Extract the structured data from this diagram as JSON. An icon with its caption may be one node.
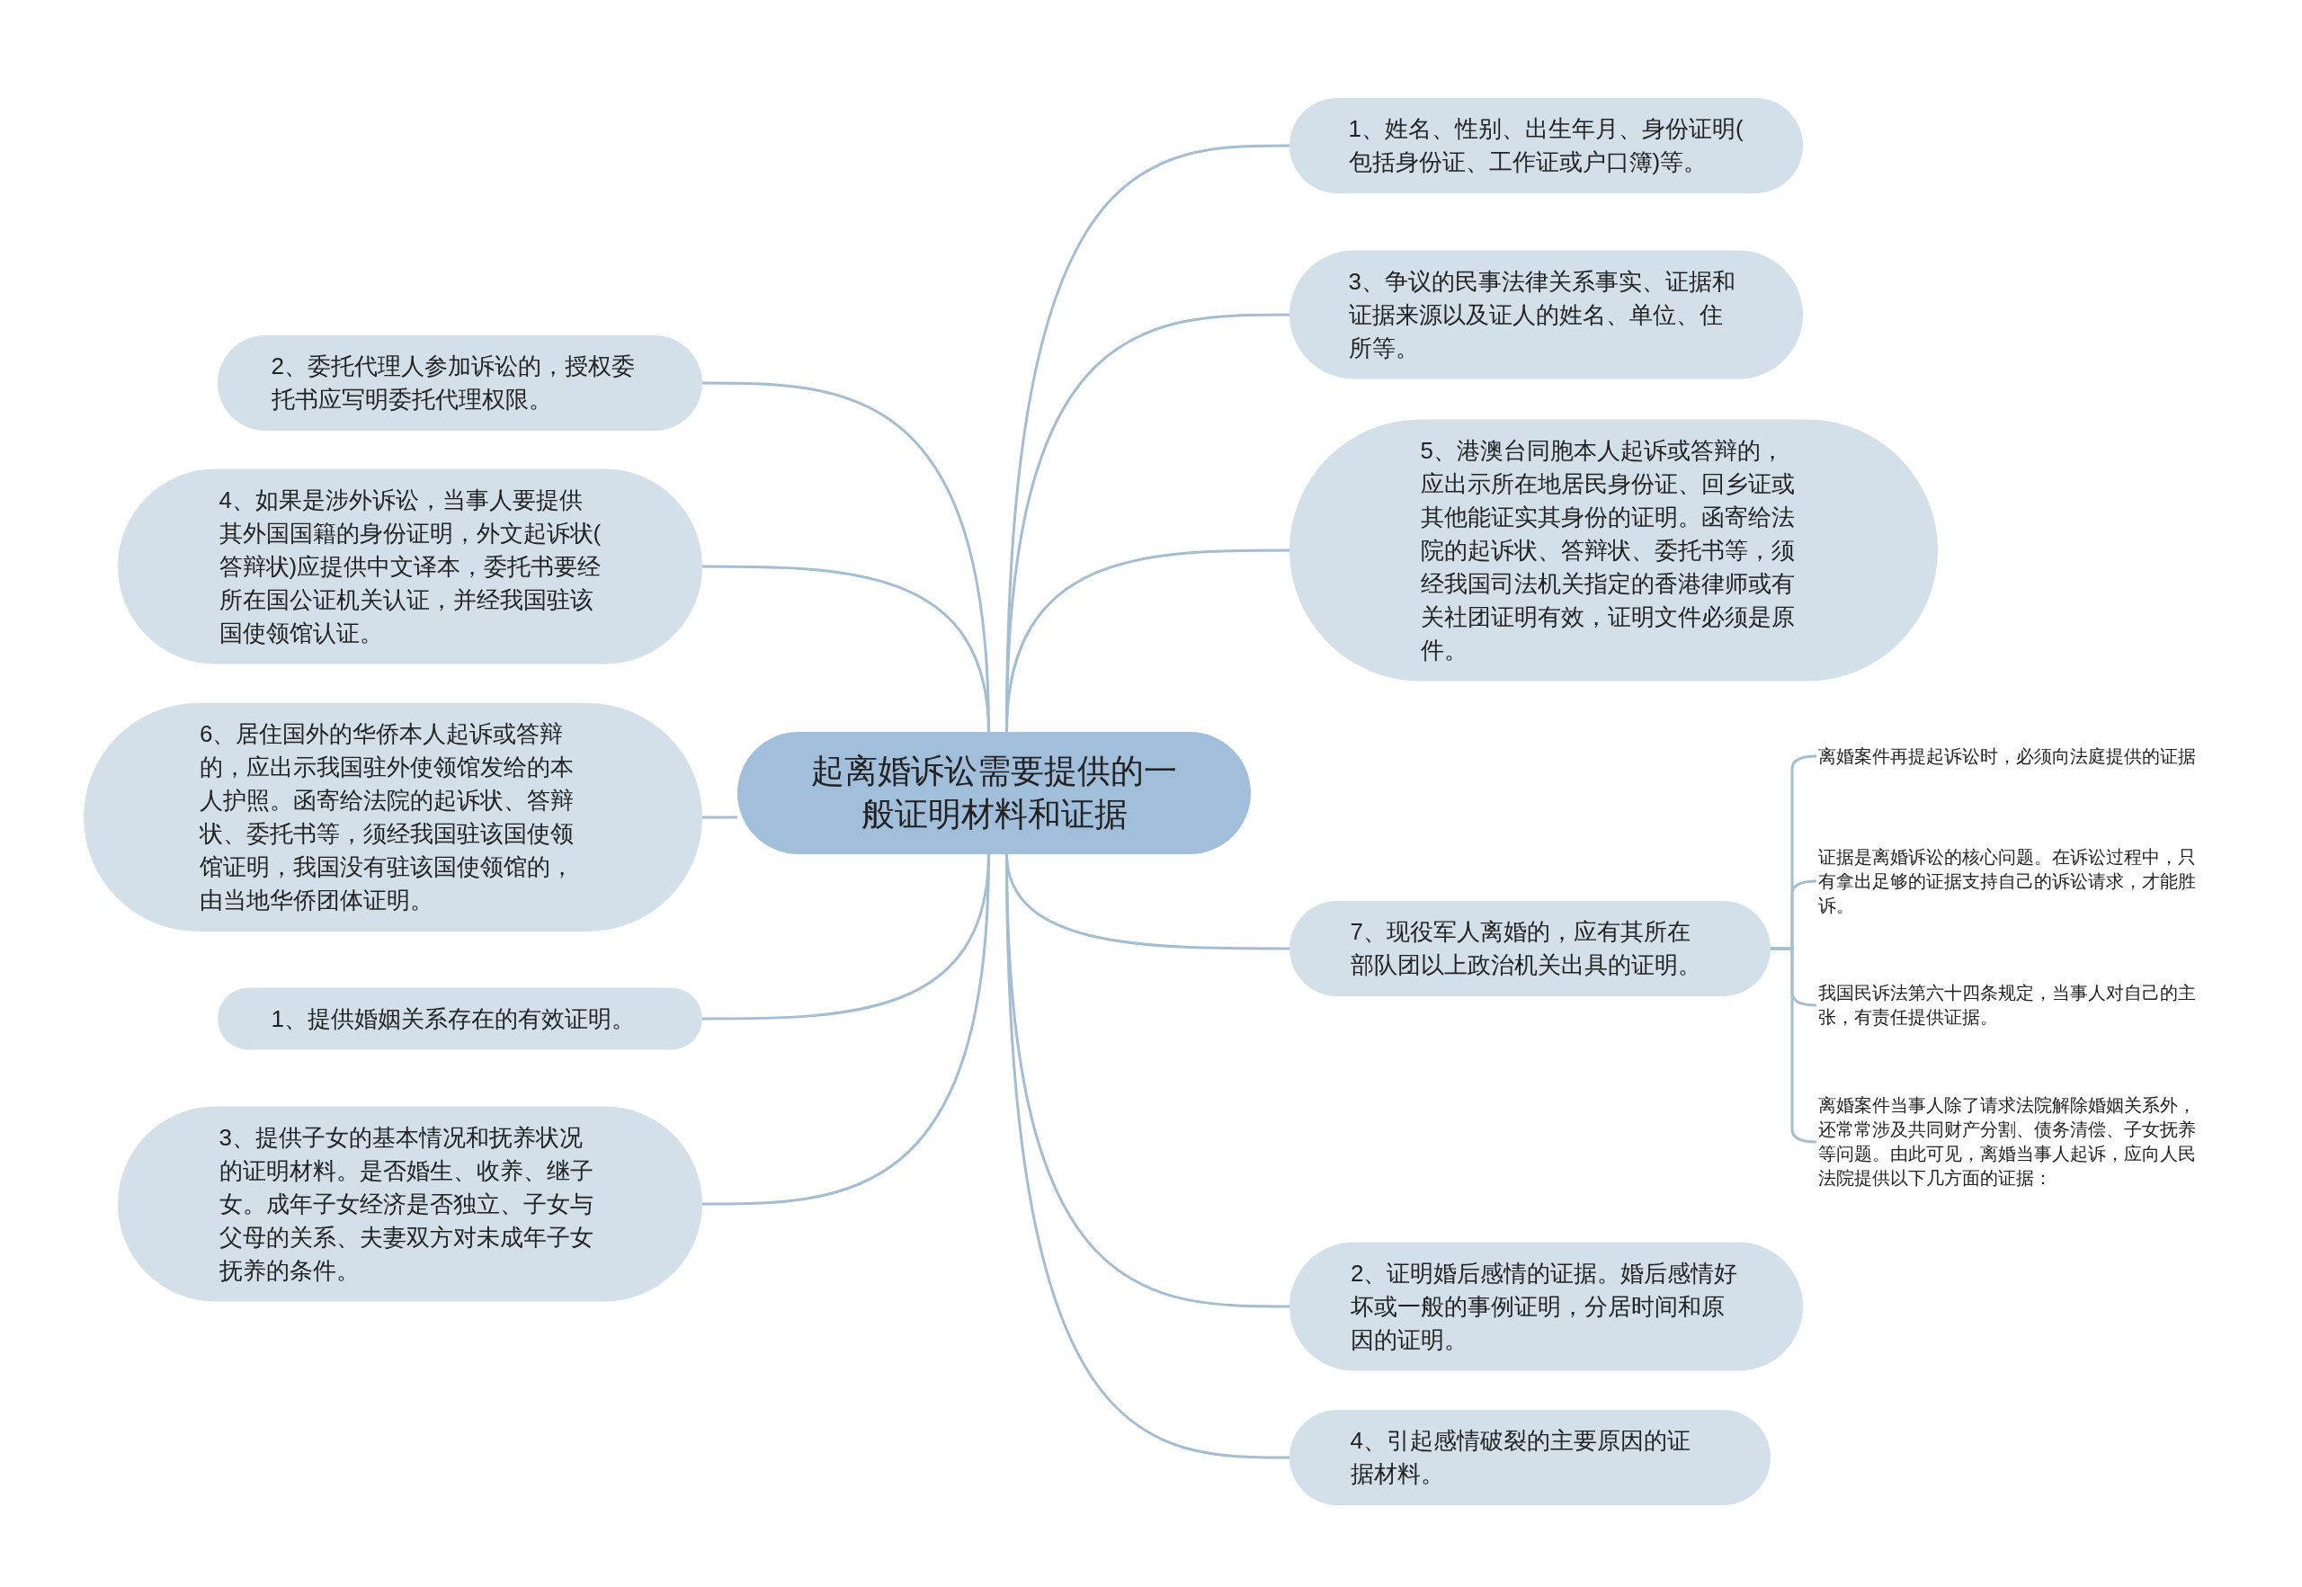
{
  "diagram": {
    "nodes": [
      {
        "text": [
          "起离婚诉讼需要提供的一般证明材料和证据"
        ]
      },
      {
        "text": [
          "1、姓名、性别、出生年月、身份证明(包括身份证、工作证或户口簿)等。"
        ]
      },
      {
        "text": [
          "2、委托代理人参加诉讼的，授权委托书应写明委托代理权限。"
        ]
      },
      {
        "text": [
          "3、争议的民事法律关系事实、证据和证据来源以及证人的姓名、单位、住所等。"
        ]
      },
      {
        "text": [
          "4、如果是涉外诉讼，当事人要提供其外国国籍的身份证明，外文起诉状(答辩状)应提供中文译本，委托书要经所在国公证机关认证，并经我国驻该国使领馆认证。"
        ]
      },
      {
        "text": [
          "5、港澳台同胞本人起诉或答辩的，应出示所在地居民身份证、回乡证或其他能证实其身份的证明。函寄给法院的起诉状、答辩状、委托书等，须经我国司法机关指定的香港律师或有关社团证明有效，证明文件必须是原件。"
        ]
      },
      {
        "text": [
          "6、居住国外的华侨本人起诉或答辩的，应出示我国驻外使领馆发给的本人护照。函寄给法院的起诉状、答辩状、委托书等，须经我国驻该国使领馆证明，我国没有驻该国使领馆的，由当地华侨团体证明。"
        ]
      },
      {
        "text": [
          "7、现役军人离婚的，应有其所在部队团以上政治机关出具的证明。"
        ]
      },
      {
        "text": [
          "离婚案件再提起诉讼时，必须向法庭提供的证据"
        ]
      },
      {
        "text": [
          "证据是离婚诉讼的核心问题。在诉讼过程中，只有拿出足够的证据支持自己的诉讼请求，才能胜诉。"
        ]
      },
      {
        "text": [
          "我国民诉法第六十四条规定，当事人对自己的主张，有责任提供证据。"
        ]
      },
      {
        "text": [
          "离婚案件当事人除了请求法院解除婚姻关系外，还常常涉及共同财产分割、债务清偿、子女抚养等问题。由此可见，离婚当事人起诉，应向人民法院提供以下几方面的证据："
        ]
      },
      {
        "text": [
          "1、提供婚姻关系存在的有效证明。"
        ]
      },
      {
        "text": [
          "2、证明婚后感情的证据。婚后感情好坏或一般的事例证明，分居时间和原因的证明。"
        ]
      },
      {
        "text": [
          "3、提供子女的基本情况和抚养状况的证明材料。是否婚生、收养、继子女。成年子女经济是否独立、子女与父母的关系、夫妻双方对未成年子女抚养的条件。"
        ]
      },
      {
        "text": [
          "4、引起感情破裂的主要原因的证据材料。"
        ]
      }
    ],
    "edges": [
      {
        "from": 0,
        "to": 1,
        "arrow": "none"
      },
      {
        "from": 0,
        "to": 2,
        "arrow": "none"
      },
      {
        "from": 0,
        "to": 3,
        "arrow": "none"
      },
      {
        "from": 0,
        "to": 4,
        "arrow": "none"
      },
      {
        "from": 0,
        "to": 5,
        "arrow": "none"
      },
      {
        "from": 0,
        "to": 6,
        "arrow": "none"
      },
      {
        "from": 0,
        "to": 7,
        "arrow": "none"
      },
      {
        "from": 7,
        "to": 8,
        "arrow": "none"
      },
      {
        "from": 7,
        "to": 9,
        "arrow": "none"
      },
      {
        "from": 7,
        "to": 10,
        "arrow": "none"
      },
      {
        "from": 7,
        "to": 11,
        "arrow": "none"
      },
      {
        "from": 0,
        "to": 12,
        "arrow": "none"
      },
      {
        "from": 0,
        "to": 13,
        "arrow": "none"
      },
      {
        "from": 0,
        "to": 14,
        "arrow": "none"
      },
      {
        "from": 0,
        "to": 15,
        "arrow": "none"
      }
    ]
  }
}
